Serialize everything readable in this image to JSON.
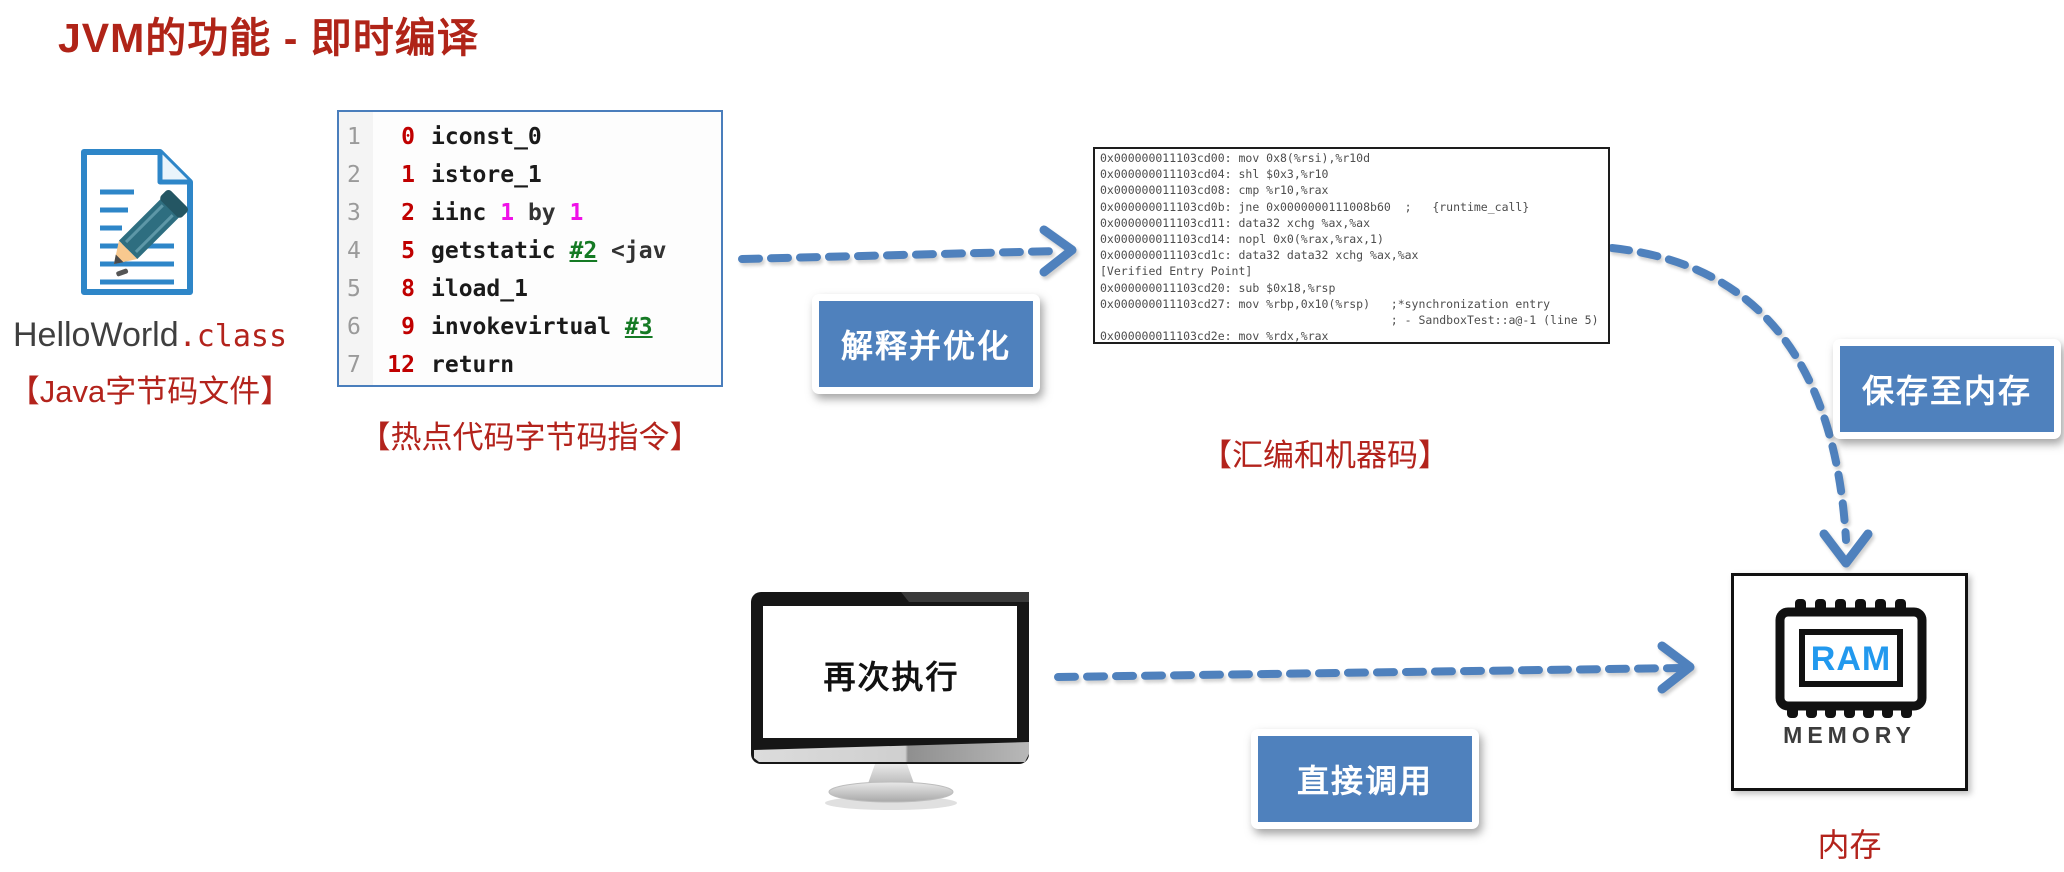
{
  "title": "JVM的功能 - 即时编译",
  "colors": {
    "accent_blue": "#4f81bd",
    "label_red": "#b3231c",
    "title_red": "#b02418",
    "offset_red": "#c00000",
    "ref_green": "#157a24",
    "arg_magenta": "#f011e8",
    "ram_blue": "#2299ee"
  },
  "class_file": {
    "name": "HelloWorld",
    "ext": ".class",
    "caption": "【Java字节码文件】"
  },
  "bytecode": {
    "caption": "【热点代码字节码指令】",
    "lines": [
      {
        "num": "1",
        "offset": "0",
        "tokens": [
          [
            "iconst_0",
            "ins"
          ]
        ]
      },
      {
        "num": "2",
        "offset": "1",
        "tokens": [
          [
            "istore_1",
            "ins"
          ]
        ]
      },
      {
        "num": "3",
        "offset": "2",
        "tokens": [
          [
            "iinc ",
            "ins"
          ],
          [
            "1",
            "mag"
          ],
          [
            " by ",
            "pln"
          ],
          [
            "1",
            "mag"
          ]
        ]
      },
      {
        "num": "4",
        "offset": "5",
        "tokens": [
          [
            "getstatic ",
            "ins"
          ],
          [
            "#2",
            "ref"
          ],
          [
            " <jav",
            "pln"
          ]
        ]
      },
      {
        "num": "5",
        "offset": "8",
        "tokens": [
          [
            "iload_1",
            "ins"
          ]
        ]
      },
      {
        "num": "6",
        "offset": "9",
        "tokens": [
          [
            "invokevirtual ",
            "ins"
          ],
          [
            "#3",
            "ref"
          ]
        ]
      },
      {
        "num": "7",
        "offset": "12",
        "tokens": [
          [
            "return",
            "ins"
          ]
        ]
      }
    ]
  },
  "machine_code": {
    "caption": "【汇编和机器码】",
    "lines": [
      "0x000000011103cd00: mov 0x8(%rsi),%r10d",
      "0x000000011103cd04: shl $0x3,%r10",
      "0x000000011103cd08: cmp %r10,%rax",
      "0x000000011103cd0b: jne 0x0000000111008b60  ;   {runtime_call}",
      "0x000000011103cd11: data32 xchg %ax,%ax",
      "0x000000011103cd14: nopl 0x0(%rax,%rax,1)",
      "0x000000011103cd1c: data32 data32 xchg %ax,%ax",
      "[Verified Entry Point]",
      "0x000000011103cd20: sub $0x18,%rsp",
      "0x000000011103cd27: mov %rbp,0x10(%rsp)   ;*synchronization entry",
      "                                          ; - SandboxTest::a@-1 (line 5)",
      "0x000000011103cd2e: mov %rdx,%rax"
    ]
  },
  "buttons": {
    "interpret": "解释并优化",
    "save": "保存至内存",
    "call": "直接调用"
  },
  "monitor": {
    "screen_text": "再次执行"
  },
  "ram": {
    "chip_label": "RAM",
    "sub_label": "MEMORY",
    "caption": "内存"
  }
}
